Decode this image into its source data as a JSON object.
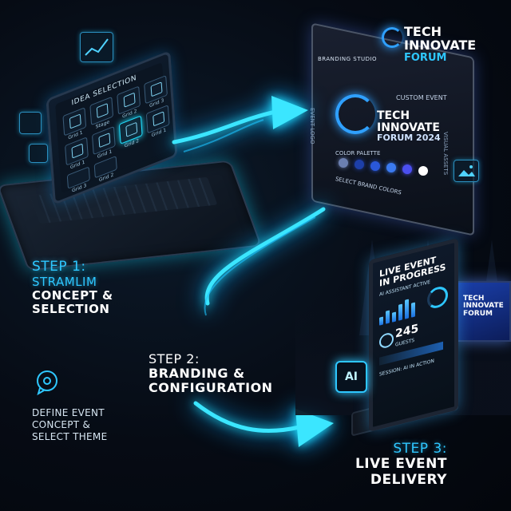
{
  "laptop": {
    "title": "IDEA SELECTION",
    "tiles": [
      "Grid 1",
      "Stage",
      "Grid 2",
      "Grid 3",
      "Grid 1",
      "Grid 1",
      "Grid 2",
      "Grid 1",
      "Grid 3",
      "Grid 2"
    ]
  },
  "studio": {
    "header": "BRANDING STUDIO",
    "event_logo": "EVENT LOGO",
    "custom_event": "CUSTOM EVENT",
    "lockup_line1": "TECH",
    "lockup_line2": "INNOVATE",
    "lockup_line3": "FORUM 2024",
    "color_palette": "COLOR PALETTE",
    "select_colors": "SELECT BRAND COLORS",
    "visual_assets": "VISUAL ASSETS",
    "swatches": [
      "#6b7fb0",
      "#1d3fa8",
      "#2a58d8",
      "#3b7af0",
      "#4b4ff0"
    ]
  },
  "banner": {
    "line1": "TECH",
    "line2": "INNOVATE",
    "line3": "FORUM"
  },
  "kiosk": {
    "title_line1": "LIVE EVENT",
    "title_line2": "IN PROGRESS",
    "subtitle": "AI ASSISTANT ACTIVE",
    "guests_count": "245",
    "guests_label": "GUESTS",
    "session": "SESSION: AI IN ACTION",
    "ai_badge": "AI"
  },
  "stage_screen": {
    "line1": "TECH",
    "line2": "INNOVATE",
    "line3": "FORUM"
  },
  "step1": {
    "head": "STEP 1:",
    "line1": "STRAMLIM",
    "line2": "CONCEPT &",
    "line3": "SELECTION"
  },
  "define": {
    "line1": "DEFINE EVENT",
    "line2": "CONCEPT &",
    "line3": "SELECT THEME"
  },
  "step2": {
    "head": "STEP 2:",
    "line1": "BRANDING &",
    "line2": "CONFIGURATION"
  },
  "step3": {
    "head": "STEP 3:",
    "line1": "LIVE EVENT",
    "line2": "DELIVERY"
  },
  "colors": {
    "accent": "#2ec7ff",
    "glow": "#22e6ff"
  }
}
